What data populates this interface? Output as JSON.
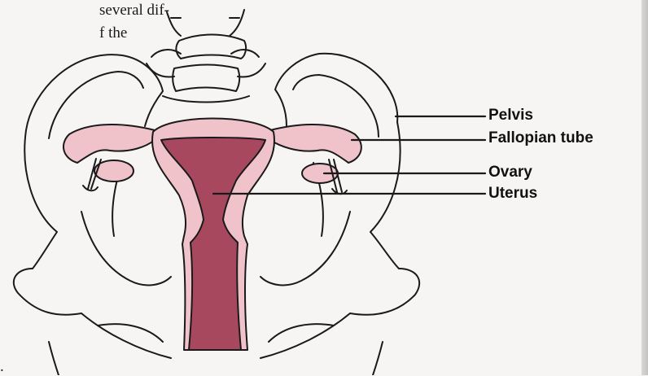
{
  "page_text": {
    "line1": "several dif-",
    "line2": "f the",
    "bottom_mark": "."
  },
  "labels": {
    "pelvis": "Pelvis",
    "fallopian_tube": "Fallopian tube",
    "ovary": "Ovary",
    "uterus": "Uterus"
  },
  "colors": {
    "uterus_outer": "#f0c3cb",
    "uterus_inner": "#a8485f",
    "ovary": "#f0c3cb",
    "bone_line": "#1a1a1a",
    "background": "#f6f5f3"
  }
}
